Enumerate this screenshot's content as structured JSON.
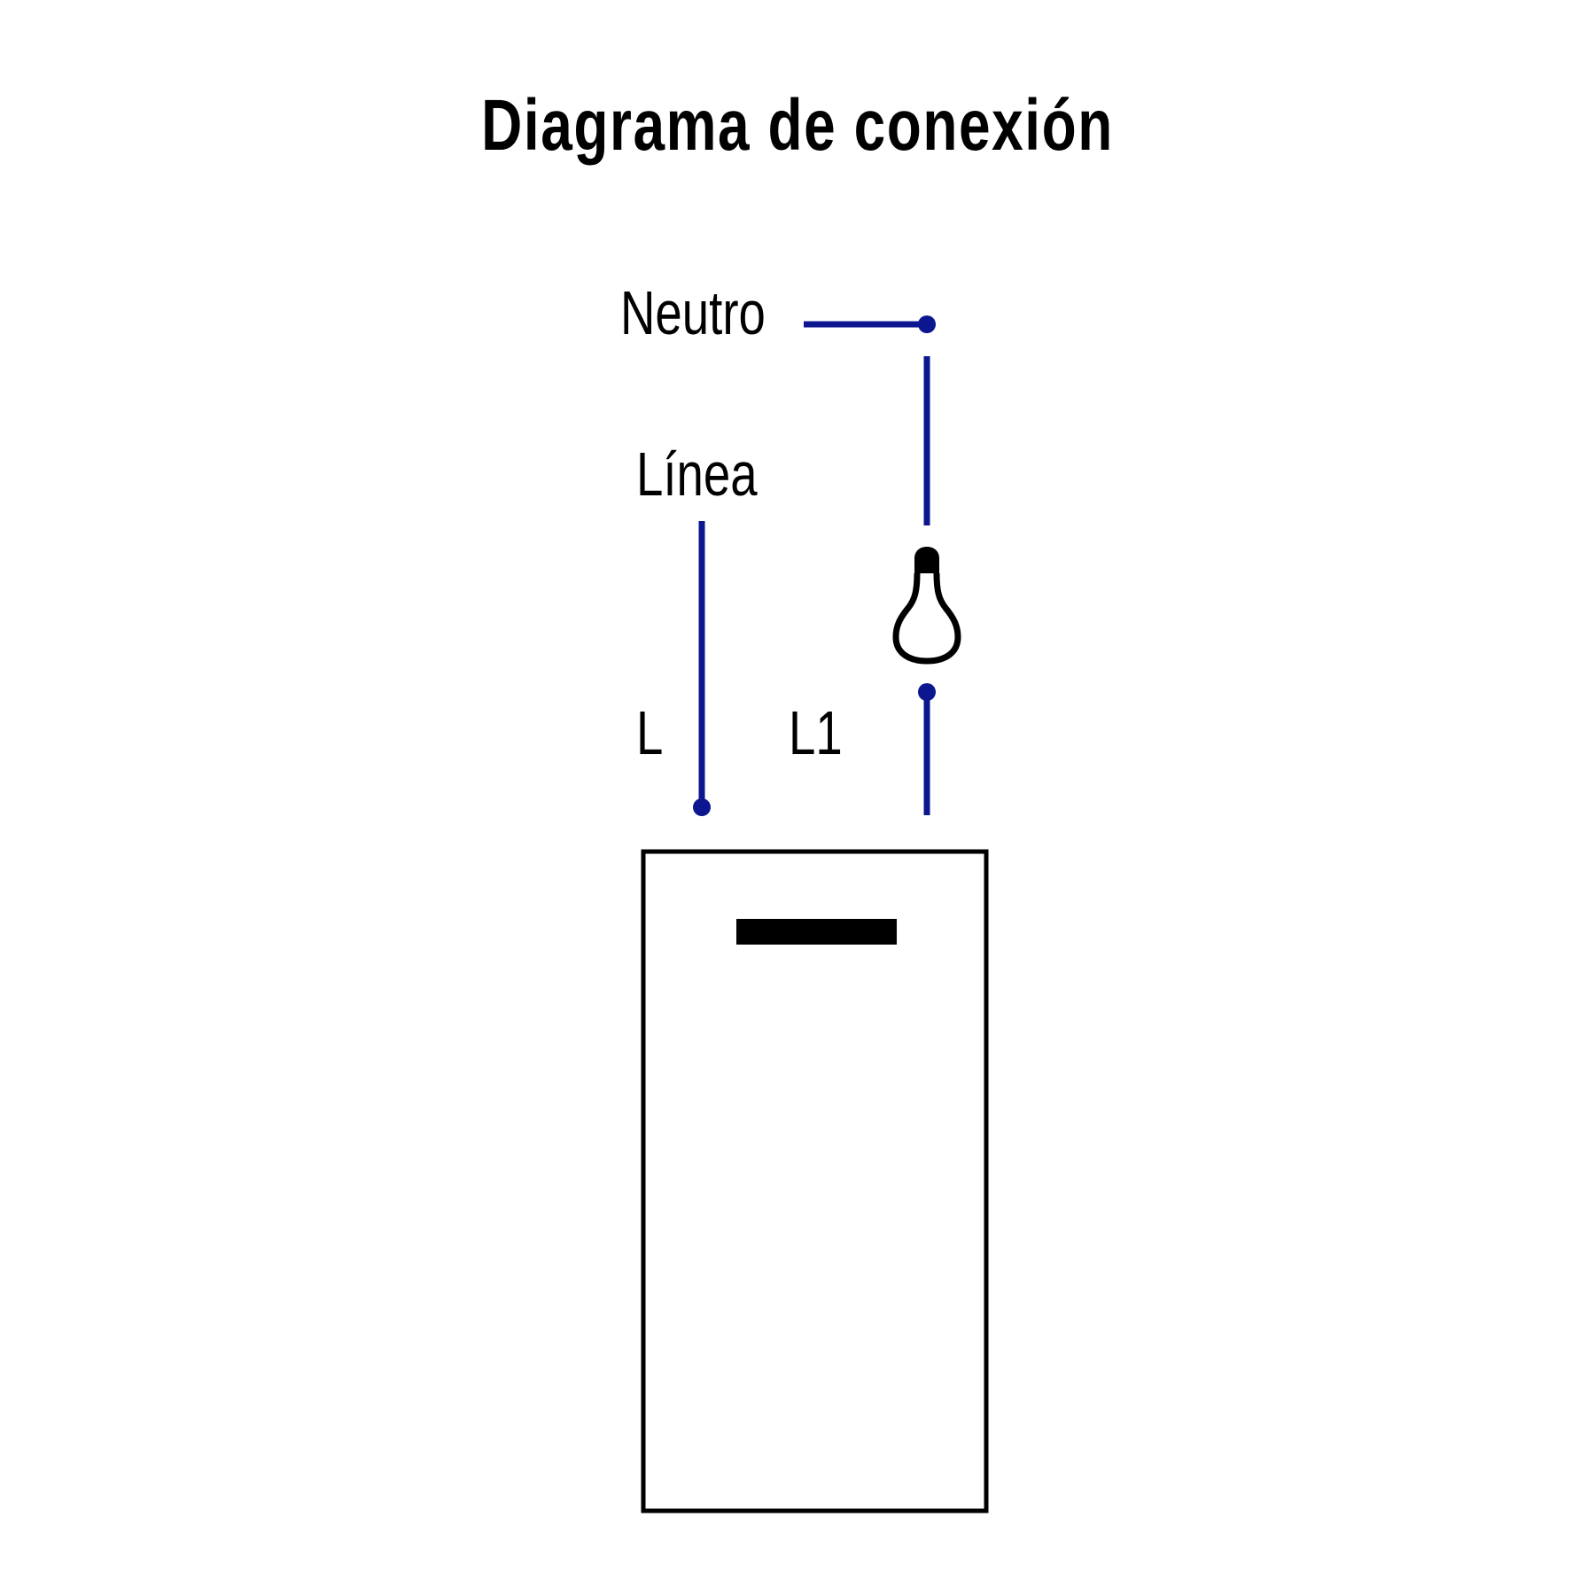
{
  "title": "Diagrama de conexión",
  "labels": {
    "neutro": "Neutro",
    "linea": "Línea",
    "l": "L",
    "l1": "L1"
  },
  "colors": {
    "wire": "#0b168f",
    "outline": "#000000",
    "background": "#ffffff"
  },
  "components": {
    "lamp": "light-bulb-icon",
    "switch": "single-pole-switch"
  }
}
